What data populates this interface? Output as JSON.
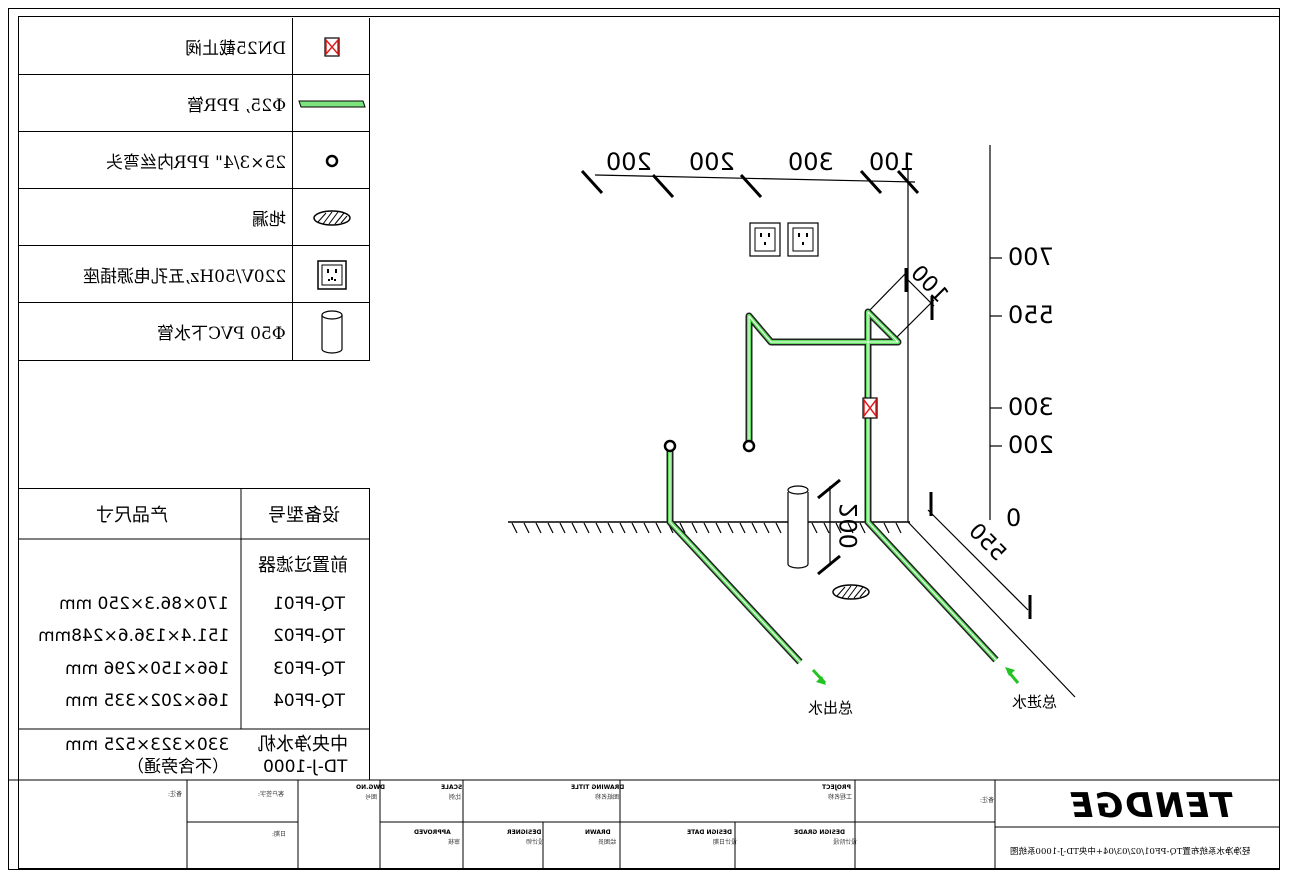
{
  "legend": [
    {
      "label": "DN25截止阀",
      "symbol": "valve-icon"
    },
    {
      "label": "Φ25, PPR管",
      "symbol": "pipe-icon"
    },
    {
      "label": "25×3/4\" PPR内丝弯头",
      "symbol": "elbow-icon"
    },
    {
      "label": "地漏",
      "symbol": "floor-drain-icon"
    },
    {
      "label": "220V/50Hz,五孔电源插座",
      "symbol": "socket-icon"
    },
    {
      "label": "Φ50 PVC下水管",
      "symbol": "drain-pipe-icon"
    }
  ],
  "spec_table": {
    "col_model": "设备型号",
    "col_size": "产品尺寸",
    "group_label": "前置过滤器",
    "rows": [
      {
        "model": "TQ-PF01",
        "size": "170×86.3×250 mm"
      },
      {
        "model": "TQ-PF02",
        "size": "151.4×136.6×248mm"
      },
      {
        "model": "TQ-PF03",
        "size": "166×150×296 mm"
      },
      {
        "model": "TQ-PF04",
        "size": "166×202×335 mm"
      }
    ],
    "central": {
      "name": "中央净水机",
      "model": "TD-J-1000",
      "size": "330×323×525 mm",
      "note": "（不含旁通）"
    }
  },
  "diagram": {
    "top_dims": [
      "200",
      "200",
      "300",
      "100"
    ],
    "vertical_dims": [
      "700",
      "550",
      "300",
      "200",
      "0"
    ],
    "depth_dim": "100",
    "floor_dim": "550",
    "drain_dim": "200",
    "outlet_label": "总出水",
    "inlet_label": "总进水",
    "pipe_color": "#5fe05f",
    "arrow_color": "#22c322"
  },
  "title_block": {
    "remark": "备注:",
    "cust_no": "客户签字:",
    "date": "日期:",
    "dwg_no_en": "DWG.NO",
    "dwg_no_cn": "图号",
    "scale_en": "SCALE",
    "scale_cn": "比例",
    "title_en": "DRAWING TITLE",
    "title_cn": "图纸名称",
    "project_en": "PROJECT",
    "project_cn": "工程名称",
    "approved_en": "APPROVED",
    "approved_cn": "审核",
    "designer_en": "DESIGNER",
    "designer_cn": "设计师",
    "drawn_en": "DRAWN",
    "drawn_cn": "绘图员",
    "design_date_en": "DESIGN DATE",
    "design_date_cn": "设计日期",
    "design_grade_en": "DESIGN GRADE",
    "design_grade_cn": "设计阶段",
    "notes_small": "备注:",
    "logo": "TENDGE",
    "drawing_caption": "轻净净水系统布置TQ-PF01/02/03/04+中央TD-J-1000系统图"
  }
}
